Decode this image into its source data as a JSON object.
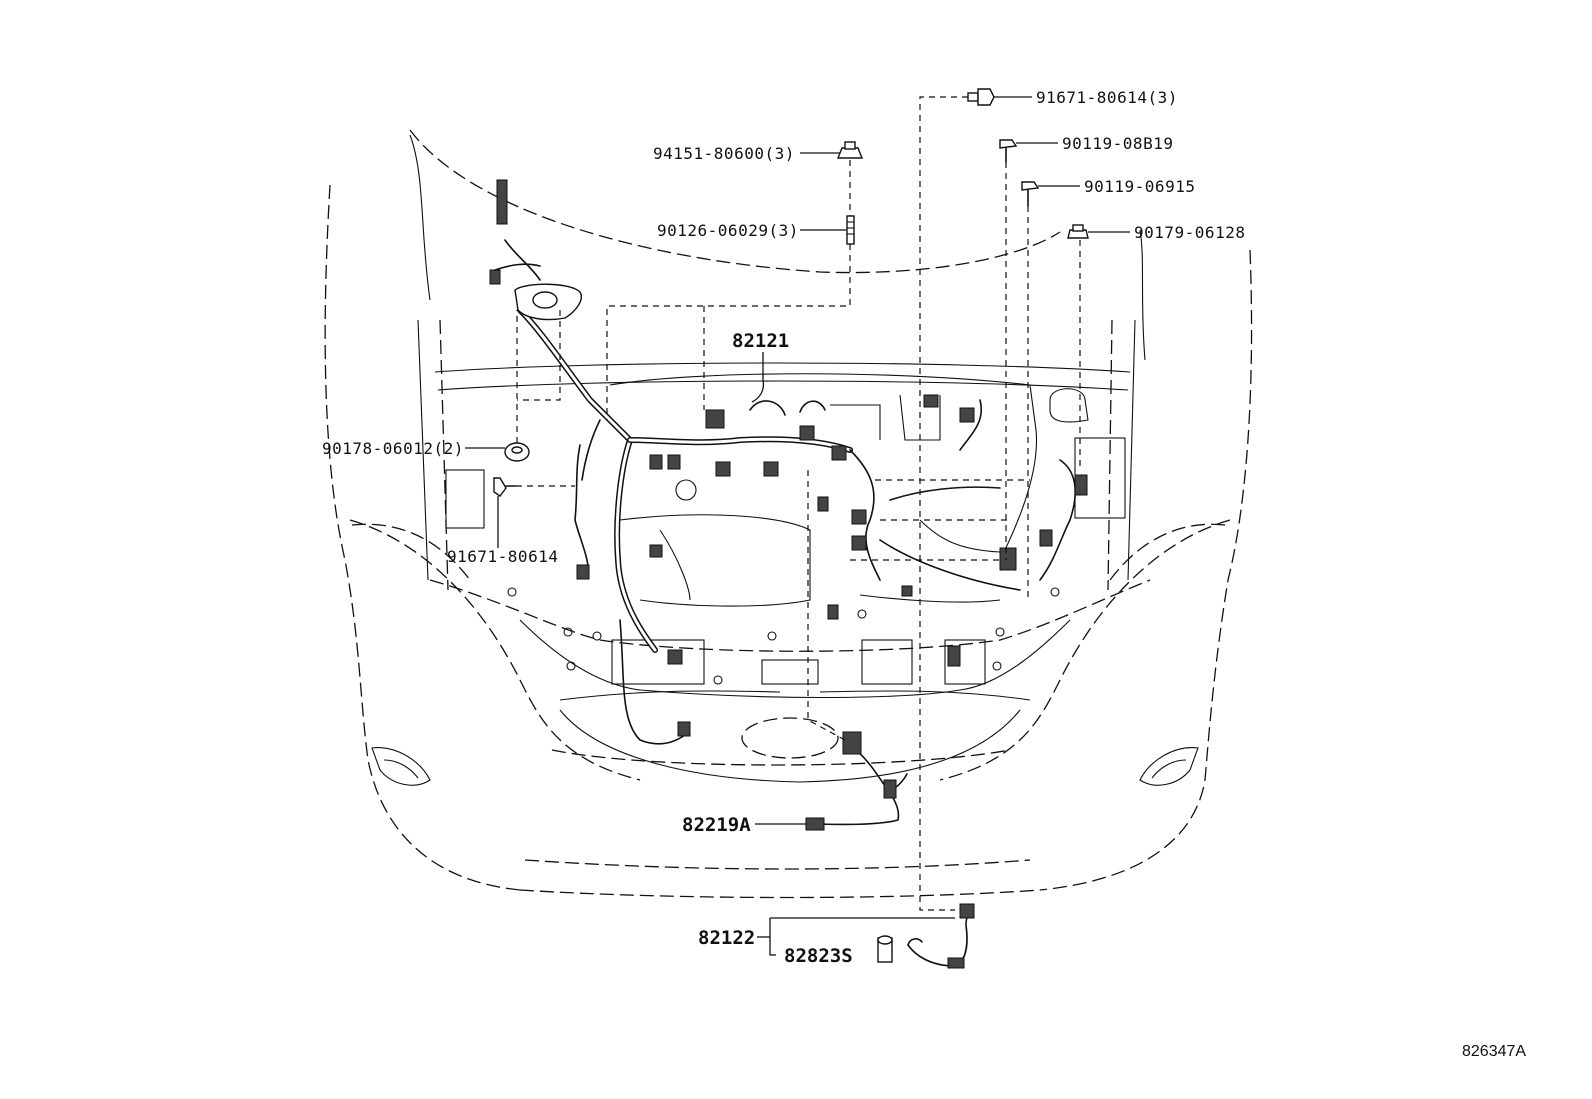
{
  "callouts": {
    "c_91671_80614_3": "91671-80614(3)",
    "c_90119_08b19": "90119-08B19",
    "c_94151_80600_3": "94151-80600(3)",
    "c_90119_06915": "90119-06915",
    "c_90126_06029_3": "90126-06029(3)",
    "c_90179_06128": "90179-06128",
    "c_82121": "82121",
    "c_90178_06012_2": "90178-06012(2)",
    "c_91671_80614": "91671-80614",
    "c_82219a": "82219A",
    "c_82122": "82122",
    "c_82823s": "82823S"
  },
  "figure_ref": "826347A"
}
